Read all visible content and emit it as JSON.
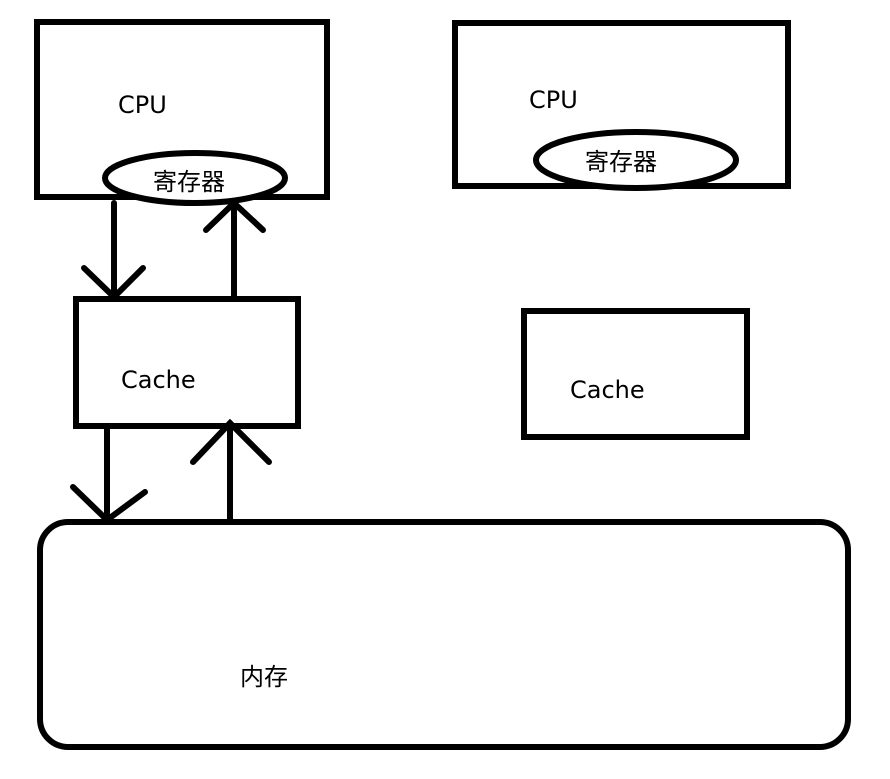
{
  "diagram": {
    "left": {
      "cpu_label": "CPU",
      "register_label": "寄存器",
      "cache_label": "Cache"
    },
    "right": {
      "cpu_label": "CPU",
      "register_label": "寄存器",
      "cache_label": "Cache"
    },
    "memory_label": "内存"
  },
  "colors": {
    "stroke": "#000000",
    "background": "#ffffff"
  }
}
